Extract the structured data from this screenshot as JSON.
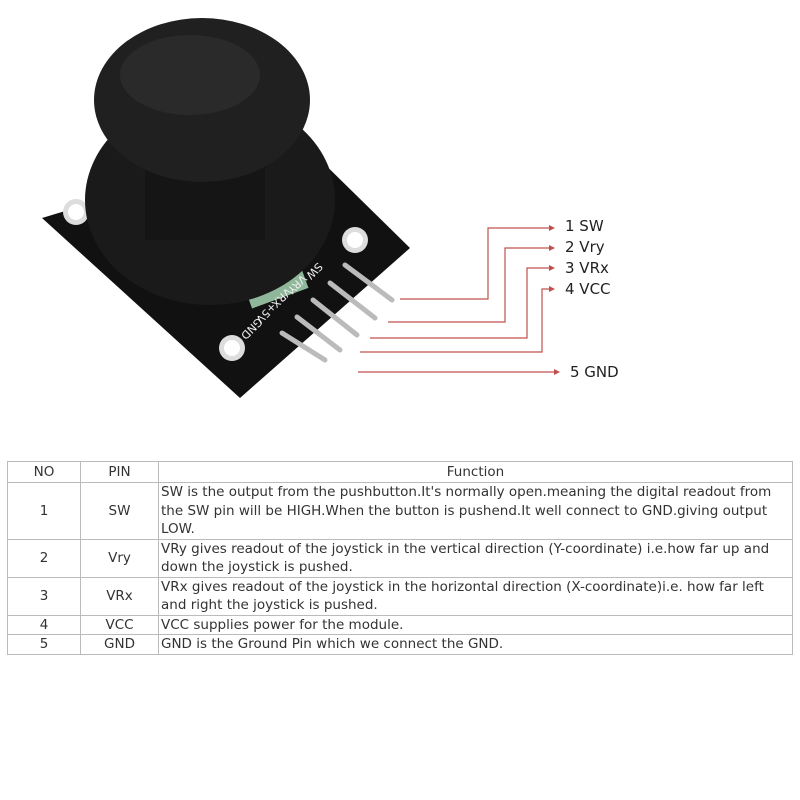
{
  "diagram": {
    "pins": [
      "1 SW",
      "2 Vry",
      "3 VRx",
      "4 VCC",
      "5 GND"
    ],
    "silkscreen": [
      "SW",
      "VRY",
      "VRX",
      "+5V",
      "GND"
    ],
    "line_color": "#c0504d"
  },
  "table": {
    "headers": [
      "NO",
      "PIN",
      "Function"
    ],
    "rows": [
      {
        "no": "1",
        "pin": "SW",
        "function": "SW is the output from the pushbutton.It's normally open.meaning the digital readout from the SW pin will be HIGH.When the button is pushend.It well connect to GND.giving output LOW."
      },
      {
        "no": "2",
        "pin": "Vry",
        "function": "VRy gives readout of the joystick in the vertical direction (Y-coordinate) i.e.how far up and down the joystick is pushed."
      },
      {
        "no": "3",
        "pin": "VRx",
        "function": "VRx gives readout of the joystick in the horizontal direction (X-coordinate)i.e. how far left and right the joystick is  pushed."
      },
      {
        "no": "4",
        "pin": "VCC",
        "function": "VCC supplies power for the module."
      },
      {
        "no": "5",
        "pin": "GND",
        "function": "GND is the Ground Pin which we connect the GND."
      }
    ]
  }
}
